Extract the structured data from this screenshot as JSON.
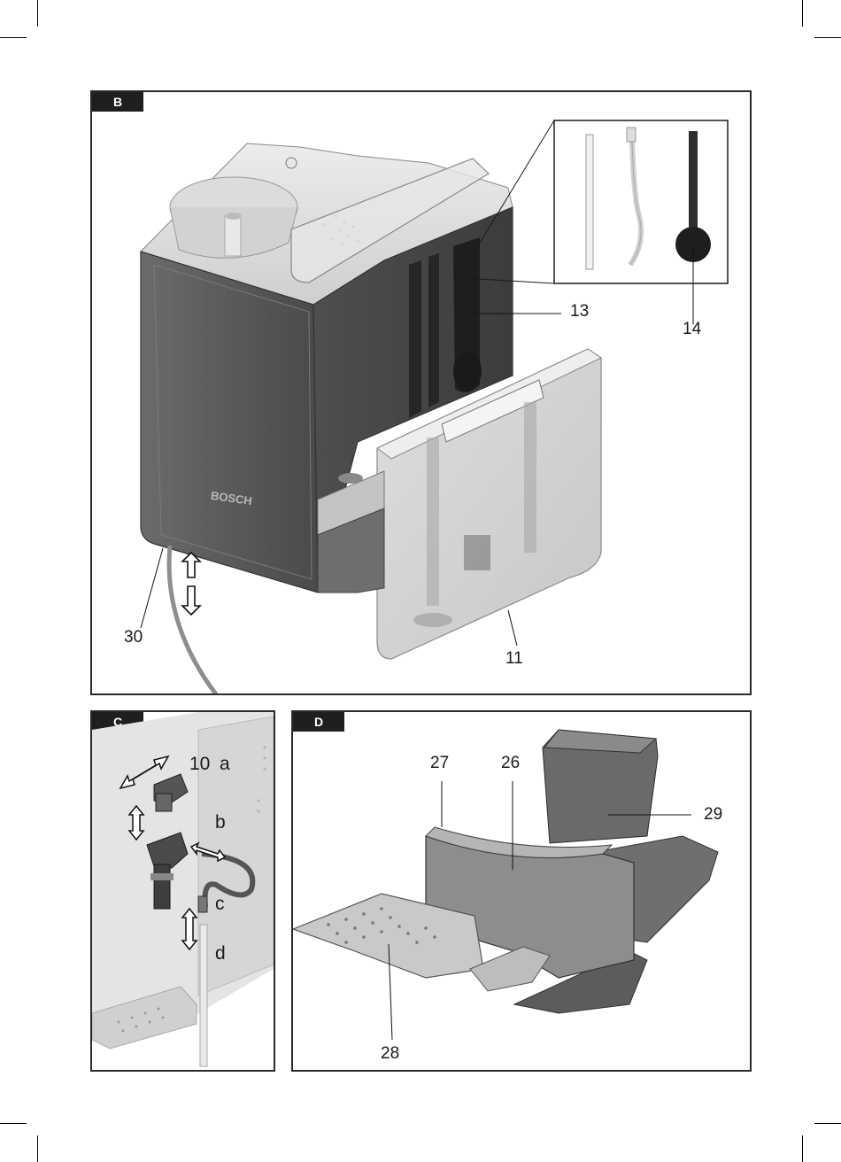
{
  "panels": {
    "b": {
      "tab": "B",
      "brand": "BOSCH",
      "callouts": {
        "c13": "13",
        "c14": "14",
        "c30": "30",
        "c11": "11"
      }
    },
    "c": {
      "tab": "C",
      "callouts": {
        "c10": "10",
        "a": "a",
        "b": "b",
        "c": "c",
        "d": "d"
      }
    },
    "d": {
      "tab": "D",
      "callouts": {
        "c27": "27",
        "c26": "26",
        "c29": "29",
        "c28": "28"
      }
    }
  }
}
